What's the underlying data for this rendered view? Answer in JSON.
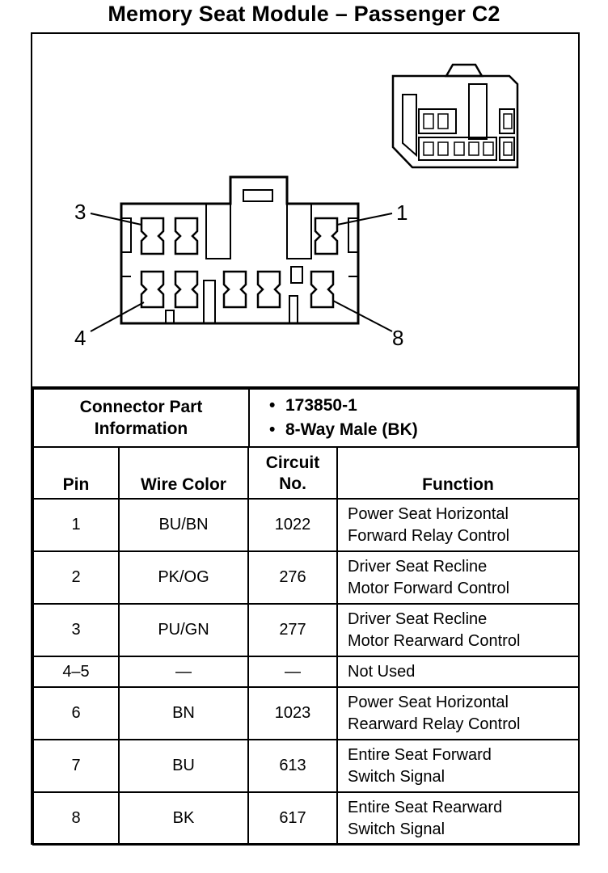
{
  "title": "Memory Seat Module – Passenger C2",
  "callouts": {
    "pin3": "3",
    "pin1": "1",
    "pin4": "4",
    "pin8": "8"
  },
  "connector": {
    "label_line1": "Connector Part",
    "label_line2": "Information",
    "part_number": "173850-1",
    "description": "8-Way Male (BK)"
  },
  "table": {
    "headers": {
      "pin": "Pin",
      "wire_color": "Wire Color",
      "circuit_line1": "Circuit",
      "circuit_line2": "No.",
      "function": "Function"
    },
    "rows": [
      {
        "pin": "1",
        "wire": "BU/BN",
        "circuit": "1022",
        "fn1": "Power Seat Horizontal",
        "fn2": "Forward Relay Control"
      },
      {
        "pin": "2",
        "wire": "PK/OG",
        "circuit": "276",
        "fn1": "Driver Seat Recline",
        "fn2": "Motor Forward Control"
      },
      {
        "pin": "3",
        "wire": "PU/GN",
        "circuit": "277",
        "fn1": "Driver Seat Recline",
        "fn2": "Motor Rearward Control"
      },
      {
        "pin": "4–5",
        "wire": "—",
        "circuit": "—",
        "fn1": "Not Used",
        "fn2": ""
      },
      {
        "pin": "6",
        "wire": "BN",
        "circuit": "1023",
        "fn1": "Power Seat Horizontal",
        "fn2": "Rearward Relay Control"
      },
      {
        "pin": "7",
        "wire": "BU",
        "circuit": "613",
        "fn1": "Entire Seat Forward",
        "fn2": "Switch Signal"
      },
      {
        "pin": "8",
        "wire": "BK",
        "circuit": "617",
        "fn1": "Entire Seat Rearward",
        "fn2": "Switch Signal"
      }
    ]
  }
}
